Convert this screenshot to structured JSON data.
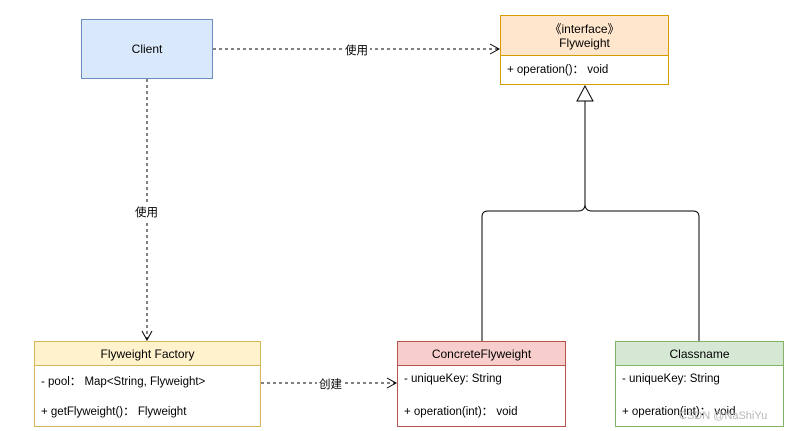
{
  "client": {
    "name": "Client"
  },
  "flyweight": {
    "stereotype": "《interface》",
    "name": "Flyweight",
    "operation": "+ operation()： void"
  },
  "factory": {
    "name": "Flyweight Factory",
    "attribute": "- pool： Map<String, Flyweight>",
    "operation": "+ getFlyweight()： Flyweight"
  },
  "concrete": {
    "name": "ConcreteFlyweight",
    "attribute": "- uniqueKey: String",
    "operation": "+ operation(int)： void"
  },
  "classname": {
    "name": "Classname",
    "attribute": "- uniqueKey: String",
    "operation": "+ operation(int)： void"
  },
  "edges": {
    "client_flyweight": "使用",
    "client_factory": "使用",
    "factory_concrete": "创建"
  },
  "watermark": "CSDN @NaShiYu",
  "colors": {
    "client_fill": "#dae8fc",
    "client_stroke": "#6c8ebf",
    "interface_fill": "#ffe6cc",
    "interface_stroke": "#d79b00",
    "factory_fill": "#fff2cc",
    "factory_stroke": "#d6b656",
    "concrete_fill": "#f8cecc",
    "concrete_stroke": "#b85450",
    "classname_fill": "#d5e8d4",
    "classname_stroke": "#82b366"
  }
}
